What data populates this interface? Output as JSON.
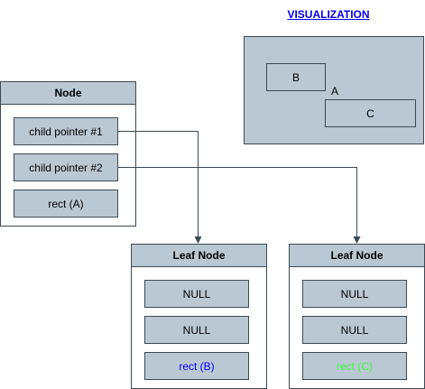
{
  "visualization": {
    "title": "VISUALIZATION",
    "rect_b_label": "B",
    "rect_a_label": "A",
    "rect_c_label": "C"
  },
  "root_node": {
    "title": "Node",
    "fields": [
      "child pointer #1",
      "child pointer #2",
      "rect (A)"
    ]
  },
  "leaf_left": {
    "title": "Leaf Node",
    "fields": [
      "NULL",
      "NULL",
      "rect (B)"
    ]
  },
  "leaf_right": {
    "title": "Leaf Node",
    "fields": [
      "NULL",
      "NULL",
      "rect (C)"
    ]
  },
  "colors": {
    "box_fill": "#bac8d3",
    "stroke": "#3a4a55",
    "rect_b_text": "#0000ff",
    "rect_c_text": "#33ff33",
    "title_link": "#0000ee"
  }
}
